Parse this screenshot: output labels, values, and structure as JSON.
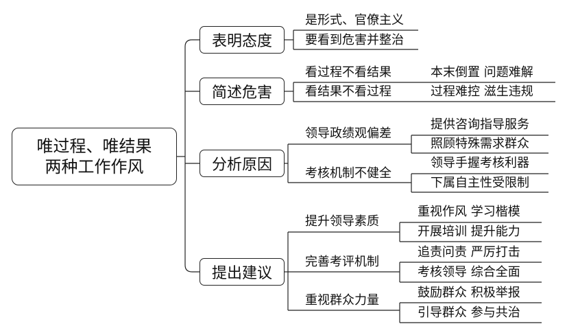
{
  "root": {
    "line1": "唯过程、唯结果",
    "line2": "两种工作作风"
  },
  "branches": [
    {
      "label": "表明态度",
      "children": [
        "是形式、官僚主义",
        "要看到危害并整治"
      ]
    },
    {
      "label": "简述危害",
      "children": [
        {
          "label": "看过程不看结果",
          "leaf": "本末倒置  问题难解"
        },
        {
          "label": "看结果不看过程",
          "leaf": "过程难控  滋生违规"
        }
      ]
    },
    {
      "label": "分析原因",
      "children": [
        {
          "label": "领导政绩观偏差",
          "leaves": [
            "提供咨询指导服务",
            "照顾特殊需求群众"
          ]
        },
        {
          "label": "考核机制不健全",
          "leaves": [
            "领导手握考核利器",
            "下属自主性受限制"
          ]
        }
      ]
    },
    {
      "label": "提出建议",
      "children": [
        {
          "label": "提升领导素质",
          "leaves": [
            "重视作风  学习楷模",
            "开展培训  提升能力"
          ]
        },
        {
          "label": "完善考评机制",
          "leaves": [
            "追责问责  严厉打击",
            "考核领导  综合全面"
          ]
        },
        {
          "label": "重视群众力量",
          "leaves": [
            "鼓励群众  积极举报",
            "引导群众  参与共治"
          ]
        }
      ]
    }
  ]
}
